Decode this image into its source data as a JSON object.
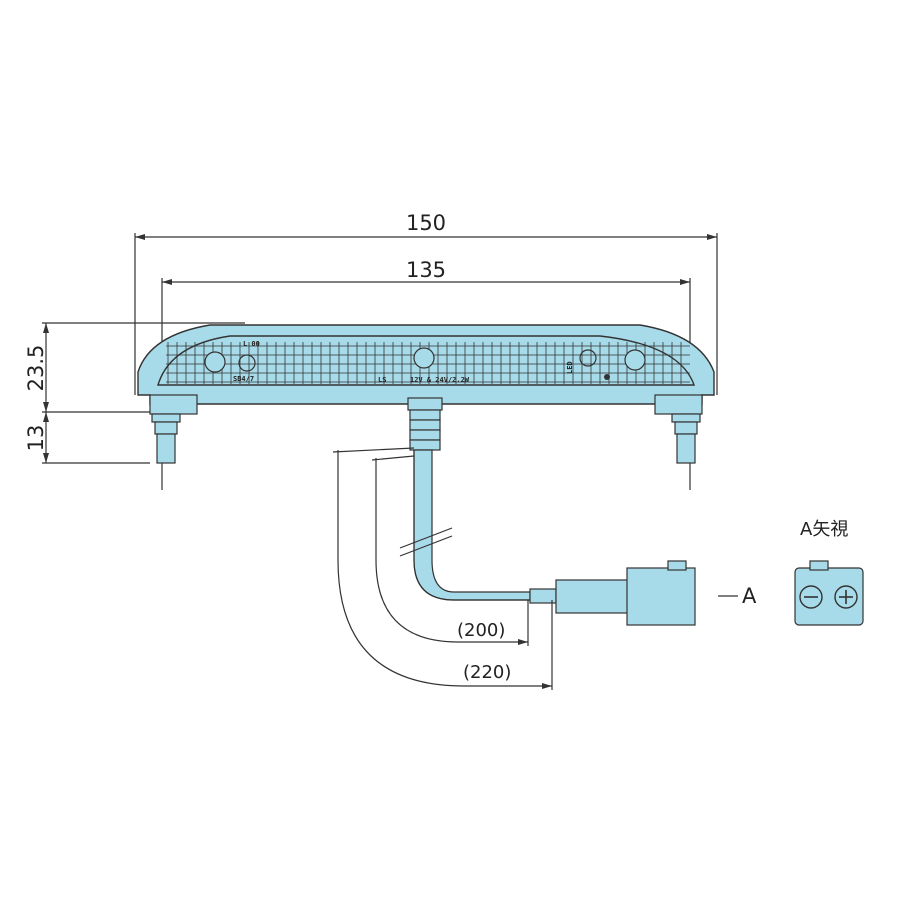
{
  "dimensions": {
    "overall_width": "150",
    "lens_width": "135",
    "body_height": "23.5",
    "terminal_height": "13",
    "cable_length_inner": "(200)",
    "cable_length_outer": "(220)"
  },
  "view": {
    "arrow_label": "A",
    "view_title": "A矢視"
  },
  "lens_markings": {
    "left_top": "L 00",
    "left_bottom": "SB4/7",
    "center_left": "LS",
    "center_right": "12V & 24V/2.2W",
    "right_side": "LED"
  },
  "colors": {
    "part_fill": "#a8dbe9",
    "line": "#333333"
  },
  "icons": [
    "minus-icon",
    "plus-icon"
  ]
}
